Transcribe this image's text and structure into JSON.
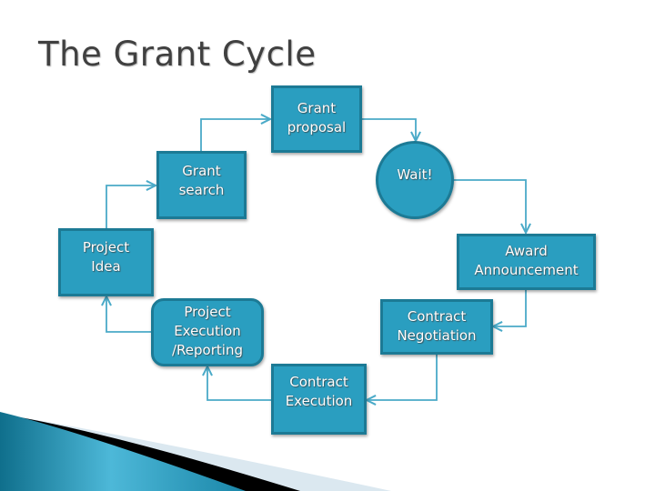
{
  "slide": {
    "title": "The Grant Cycle"
  },
  "diagram": {
    "type": "cycle-flowchart",
    "colors": {
      "node_fill": "#2a9ec0",
      "node_border": "#1c7a95",
      "connector": "#4aaac8",
      "title_text": "#404040",
      "node_text": "#ffffff"
    },
    "nodes": [
      {
        "id": "grant-proposal",
        "label": "Grant\nproposal",
        "shape": "rect"
      },
      {
        "id": "wait",
        "label": "Wait!",
        "shape": "circle"
      },
      {
        "id": "award-announcement",
        "label": "Award\nAnnouncement",
        "shape": "rect"
      },
      {
        "id": "contract-negotiation",
        "label": "Contract\nNegotiation",
        "shape": "rect"
      },
      {
        "id": "contract-execution",
        "label": "Contract\nExecution",
        "shape": "rect"
      },
      {
        "id": "project-execution-reporting",
        "label": "Project\nExecution\n/Reporting",
        "shape": "rounded-rect"
      },
      {
        "id": "project-idea",
        "label": "Project\nIdea",
        "shape": "rect"
      },
      {
        "id": "grant-search",
        "label": "Grant\nsearch",
        "shape": "rect"
      }
    ],
    "edges": [
      {
        "from": "grant-proposal",
        "to": "wait"
      },
      {
        "from": "wait",
        "to": "award-announcement"
      },
      {
        "from": "award-announcement",
        "to": "contract-negotiation"
      },
      {
        "from": "contract-negotiation",
        "to": "contract-execution"
      },
      {
        "from": "contract-execution",
        "to": "project-execution-reporting"
      },
      {
        "from": "project-execution-reporting",
        "to": "project-idea"
      },
      {
        "from": "project-idea",
        "to": "grant-search"
      },
      {
        "from": "grant-search",
        "to": "grant-proposal"
      }
    ]
  }
}
